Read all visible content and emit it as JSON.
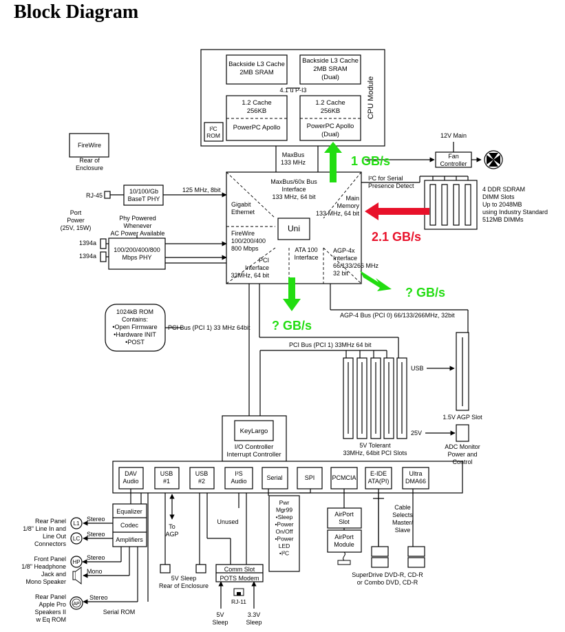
{
  "title": "Block Diagram",
  "colors": {
    "green": "#22dd11",
    "red": "#e8112a",
    "line": "#000000"
  },
  "labels": {
    "l3_1": [
      "Backside L3 Cache",
      "2MB SRAM"
    ],
    "l3_2": [
      "Backside L3 Cache",
      "2MB SRAM",
      "(Dual)"
    ],
    "pi3": "4.1 u P-I3",
    "l2_1": [
      "1.2 Cache",
      "256KB"
    ],
    "l2_2": [
      "1.2 Cache",
      "256KB"
    ],
    "ppc_1": "PowerPC Apollo",
    "ppc_2": [
      "PowerPC Apollo",
      "(Dual)"
    ],
    "i2c_rom": [
      "I²C",
      "ROM"
    ],
    "cpu_module": "CPU Module",
    "maxbus": [
      "MaxBus",
      "133 MHz"
    ],
    "twelve_v": "12V Main",
    "fan": [
      "Fan",
      "Controller"
    ],
    "firewire": "FireWire",
    "rear_enclosure": [
      "Rear of",
      "Enclosure"
    ],
    "rj45": "RJ-45",
    "gb_phy": [
      "10/100/Gb",
      "BaseT PHY"
    ],
    "eth_bus": "125 MHz, 8bit",
    "port_power": [
      "Port",
      "Power",
      "(25V, 15W)"
    ],
    "phy_powered": [
      "Phy Powered",
      "Whenever",
      "AC Power Available"
    ],
    "p1394a_1": "1394a",
    "p1394a_2": "1394a",
    "fw_phy": [
      "100/200/400/800",
      "Mbps PHY"
    ],
    "i2c_serial": [
      "I²C for Serial",
      "Presence Detect"
    ],
    "ddr": [
      "4 DDR SDRAM",
      "DIMM Slots",
      "Up to 2048MB",
      "using Industry Standard",
      "512MB DIMMs"
    ],
    "uni_maxbus": [
      "MaxBus/60x Bus",
      "Interface",
      "133 MHz, 64 bit"
    ],
    "uni_gige": [
      "Gigabit",
      "Ethernet"
    ],
    "uni_mainmem": [
      "Main",
      "Memory",
      "133 MHz, 64 bit"
    ],
    "uni": "Uni",
    "uni_fw": [
      "FireWire",
      "100/200/400",
      "800 Mbps"
    ],
    "uni_pci": [
      "PCI",
      "Interface",
      "33MHz, 64 bit"
    ],
    "uni_ata": [
      "ATA 100",
      "Interface"
    ],
    "uni_agp": [
      "AGP-4x",
      "Interface",
      "66/133/266 MHz",
      "32 bit"
    ],
    "rom": [
      "1024kB ROM",
      "Contains:",
      "•Open Firmware",
      "•Hardware INIT",
      "•POST"
    ],
    "pci_bus_1": "PCI Bus (PCI 1) 33 MHz 64bit",
    "agp_bus": "AGP-4 Bus (PCI 0) 66/133/266MHz, 32bit",
    "pci_bus_2": "PCI Bus (PCI 1) 33MHz 64 bit",
    "usb": "USB",
    "agp_slot": "1.5V AGP Slot",
    "v25": "25V",
    "adc": [
      "ADC Monitor",
      "Power and",
      "Control"
    ],
    "pci_slots": [
      "5V Tolerant",
      "33MHz, 64bit PCI Slots"
    ],
    "keylargo": "KeyLargo",
    "ioc": [
      "I/O Controller",
      "Interrupt Controller"
    ],
    "dav": [
      "DAV",
      "Audio"
    ],
    "usb1": [
      "USB",
      "#1"
    ],
    "usb2": [
      "USB",
      "#2"
    ],
    "i2s": [
      "I²S",
      "Audio"
    ],
    "serial": "Serial",
    "spi": "SPI",
    "pcmcia": "PCMCIA",
    "eide": [
      "E-IDE",
      "ATA(PI)"
    ],
    "ultra": [
      "Ultra",
      "DMA66"
    ],
    "equalizer": "Equalizer",
    "codec": "Codec",
    "amplifiers": "Amplifiers",
    "rear_panel_line": [
      "Rear Panel",
      "1/8\" Line In and",
      "Line Out",
      "Connectors"
    ],
    "l1": "L1",
    "lc": "LC",
    "hp": "HP",
    "ap": "AP",
    "stereo_1": "Stereo",
    "stereo_2": "Stereo",
    "stereo_3": "Stereo",
    "stereo_4": "Stereo",
    "mono": "Mono",
    "front_panel": [
      "Front Panel",
      "1/8\" Headphone",
      "Jack and",
      "Mono Speaker"
    ],
    "rear_panel_apple": [
      "Rear Panel",
      "Apple Pro",
      "Speakers II",
      "w Eq ROM"
    ],
    "serial_rom": "Serial ROM",
    "to_agp": [
      "To",
      "AGP"
    ],
    "unused": "Unused",
    "sleep_5v": [
      "5V Sleep",
      "Rear of Enclosure"
    ],
    "pwr": [
      "Pwr",
      "Mgr99",
      "•Sleep",
      "•Power",
      "On/Off",
      "•Power",
      "LED",
      "•I²C"
    ],
    "comm_slot": "Comm Slot",
    "pots": "POTS Modem",
    "rj11": "RJ-11",
    "v5_sleep": [
      "5V",
      "Sleep"
    ],
    "v33_sleep": [
      "3.3V",
      "Sleep"
    ],
    "airport_slot": [
      "AirPort",
      "Slot"
    ],
    "airport_module": [
      "AirPort",
      "Module"
    ],
    "cable_selects": [
      "Cable",
      "Selects",
      "Master/",
      "Slave"
    ],
    "superdrive": [
      "SuperDrive DVD-R, CD-R",
      "or Combo DVD, CD-R"
    ]
  },
  "annotations": {
    "gbs_1": "1 GB/s",
    "gbs_21": "2.1 GB/s",
    "gbs_q1": "? GB/s",
    "gbs_q2": "? GB/s"
  }
}
